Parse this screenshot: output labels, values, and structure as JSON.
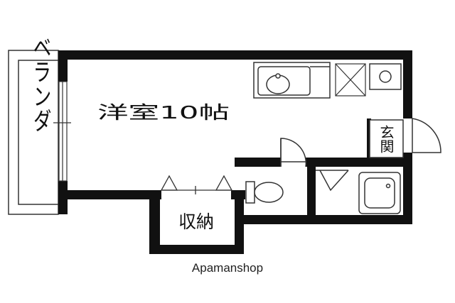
{
  "rooms": {
    "western_room": "洋室10帖",
    "balcony": "ベランダ",
    "entrance": "玄関",
    "storage": "収納"
  },
  "watermark": "Apamanshop",
  "colors": {
    "wall": "#111111",
    "line": "#333333",
    "background": "#ffffff"
  }
}
